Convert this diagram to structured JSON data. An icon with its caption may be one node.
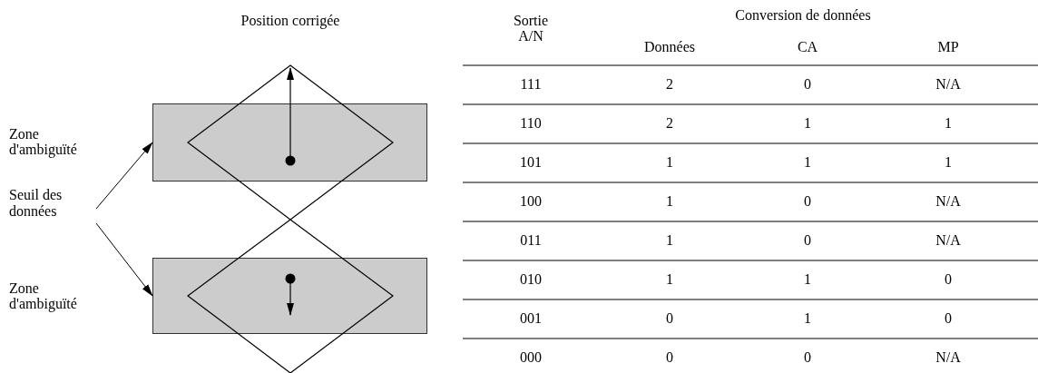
{
  "diagram": {
    "nodes": [
      {
        "text": [
          "Seuil des données"
        ]
      },
      {
        "text": [],
        "shape": "box"
      },
      {
        "text": [],
        "shape": "box"
      }
    ],
    "edges": [
      {
        "from": 0,
        "to": 1,
        "arrow": "to"
      },
      {
        "from": 0,
        "to": 2,
        "arrow": "to"
      }
    ],
    "labels": [
      "Position corrigée",
      "Zone d'ambiguïté",
      "Zone d'ambiguïté",
      "Sortie A/N",
      "Conversion de données",
      "Données",
      "CA",
      "MP",
      "111",
      "2",
      "0",
      "N/A",
      "110",
      "2",
      "1",
      "1",
      "101",
      "1",
      "1",
      "1",
      "100",
      "1",
      "0",
      "N/A",
      "011",
      "1",
      "0",
      "N/A",
      "010",
      "1",
      "1",
      "0",
      "001",
      "0",
      "1",
      "0",
      "000",
      "0",
      "0",
      "N/A"
    ]
  }
}
